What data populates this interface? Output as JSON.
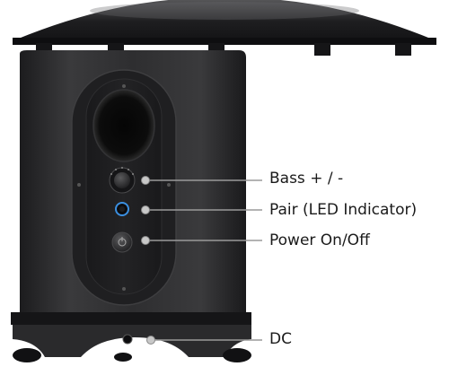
{
  "callouts": {
    "bass": "Bass + / -",
    "pair": "Pair (LED Indicator)",
    "power": "Power On/Off",
    "dc": "DC"
  },
  "colors": {
    "body": "#2a2a2c",
    "body_highlight": "#4a4a4c",
    "panel": "#1e1e20",
    "knob": "#3a3a3c",
    "led": "#3b8fe0",
    "callout_line": "#9a9a9a",
    "callout_dot": "#c8c8c8"
  }
}
